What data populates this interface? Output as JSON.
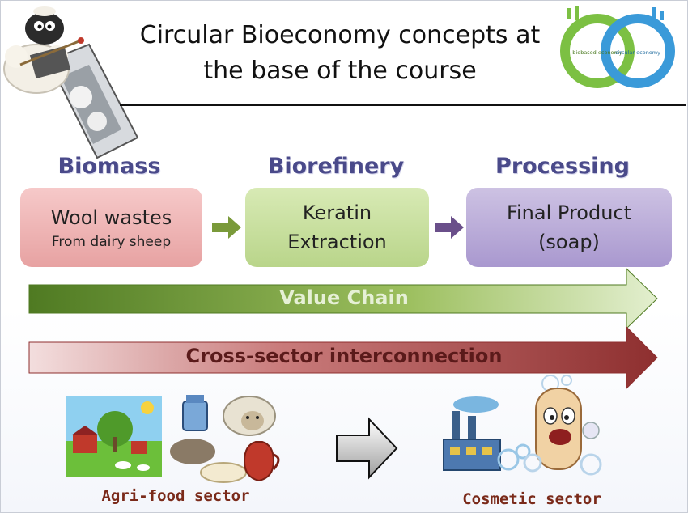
{
  "title": {
    "line1": "Circular Bioeconomy concepts at",
    "line2": "the base of the course"
  },
  "logo": {
    "left_label": "biobased economy",
    "right_label": "circular economy"
  },
  "stages": [
    {
      "heading": "Biomass",
      "line1": "Wool wastes",
      "line2": "From dairy sheep"
    },
    {
      "heading": "Biorefinery",
      "line1": "Keratin",
      "line2": "Extraction"
    },
    {
      "heading": "Processing",
      "line1": "Final Product",
      "line2": "(soap)"
    }
  ],
  "bands": {
    "value_chain": "Value Chain",
    "cross_sector": "Cross-sector interconnection"
  },
  "sectors": {
    "left": "Agri-food sector",
    "right": "Cosmetic sector"
  },
  "colors": {
    "heading": "#4a4a8a",
    "biomass_box": "#e7a2a2",
    "biorefinery_box": "#b9d58a",
    "processing_box": "#a998cf",
    "value_chain": "#5f8a2e",
    "cross_sector": "#8e2f2f",
    "logo_green": "#7cc043",
    "logo_blue": "#3a9ad9"
  },
  "icons": [
    "sheep-icon",
    "circular-bioeconomy-logo",
    "small-arrow-icon",
    "farm-icon",
    "dairy-products-icon",
    "big-arrow-icon",
    "factory-icon",
    "soap-character-icon"
  ]
}
